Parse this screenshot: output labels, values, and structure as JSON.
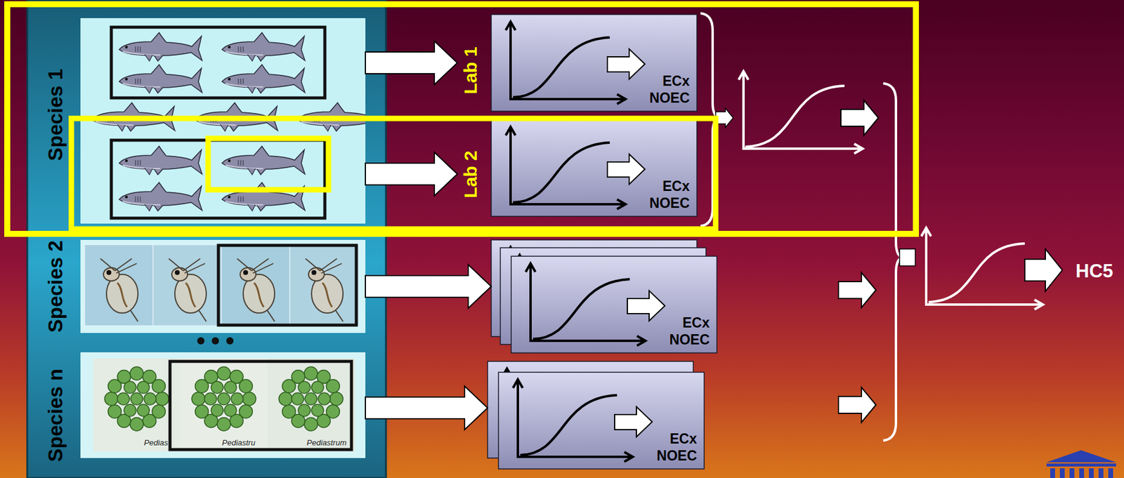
{
  "diagram": {
    "nodes": [
      {
        "text": [
          "Species 1"
        ]
      },
      {
        "text": [
          "Lab 1",
          "ECx NOEC"
        ]
      },
      {
        "text": [
          "Lab 2",
          "ECx NOEC"
        ]
      },
      {
        "text": [
          "Species 2"
        ]
      },
      {
        "text": [
          "ECx NOEC"
        ]
      },
      {
        "text": [
          "Species n"
        ]
      },
      {
        "text": [
          "ECx NOEC"
        ]
      }
    ],
    "edges": [
      {
        "from": 0,
        "to": 1,
        "arrow": "to"
      },
      {
        "from": 0,
        "to": 2,
        "arrow": "to"
      },
      {
        "from": 3,
        "to": 4,
        "arrow": "to"
      },
      {
        "from": 5,
        "to": 6,
        "arrow": "to"
      }
    ],
    "labels": [
      "Pedias",
      "Pediastru",
      "Pediastrum",
      "HC5"
    ]
  }
}
